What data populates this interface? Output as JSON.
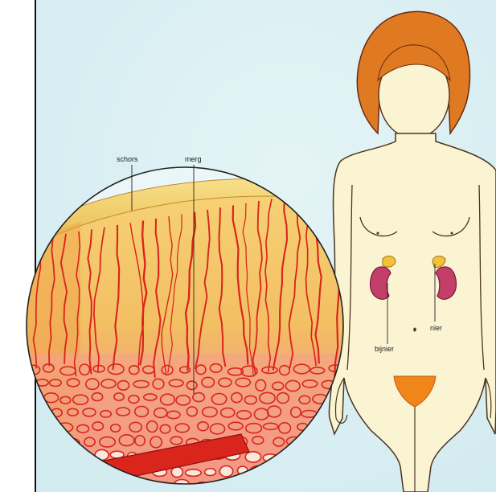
{
  "labels": {
    "cortex": "schors",
    "medulla": "merg",
    "kidney": "bijnier",
    "adrenal": "nier"
  },
  "colors": {
    "background": "#d8eef2",
    "skin": "#fbf4d2",
    "hair": "#e07a22",
    "kidney": "#c23f6a",
    "adrenal": "#f2c33a",
    "vessel": "#d9251c",
    "cortex_tissue": "#f4c05a",
    "capsule": "#f0d268"
  }
}
